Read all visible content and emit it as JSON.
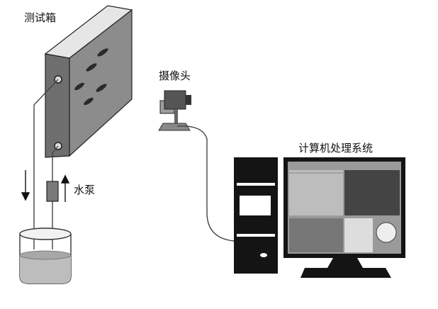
{
  "labels": {
    "test_box": "测试箱",
    "camera": "摄像头",
    "pump": "水泵",
    "computer": "计算机处理系统"
  },
  "colors": {
    "box_front": "#8c8c8c",
    "box_side": "#6e6e6e",
    "water": "#bdbdbd",
    "line": "#555555",
    "tower": "#141414",
    "screen_bg": "#9a9a9a"
  }
}
